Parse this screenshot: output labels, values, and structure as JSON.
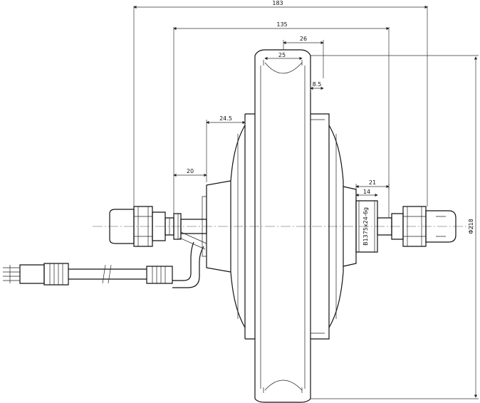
{
  "dimensions": {
    "overall_width": "183",
    "inner_width": "135",
    "offset_26": "26",
    "rim_width": "25",
    "offset_8_5": "8.5",
    "hub_step": "24.5",
    "left_shaft": "20",
    "right_shaft": "21",
    "thread_len": "14",
    "diameter": "Φ218"
  },
  "thread_spec": "B1375x24-6g",
  "colors": {
    "line": "#111111",
    "background": "#ffffff"
  }
}
